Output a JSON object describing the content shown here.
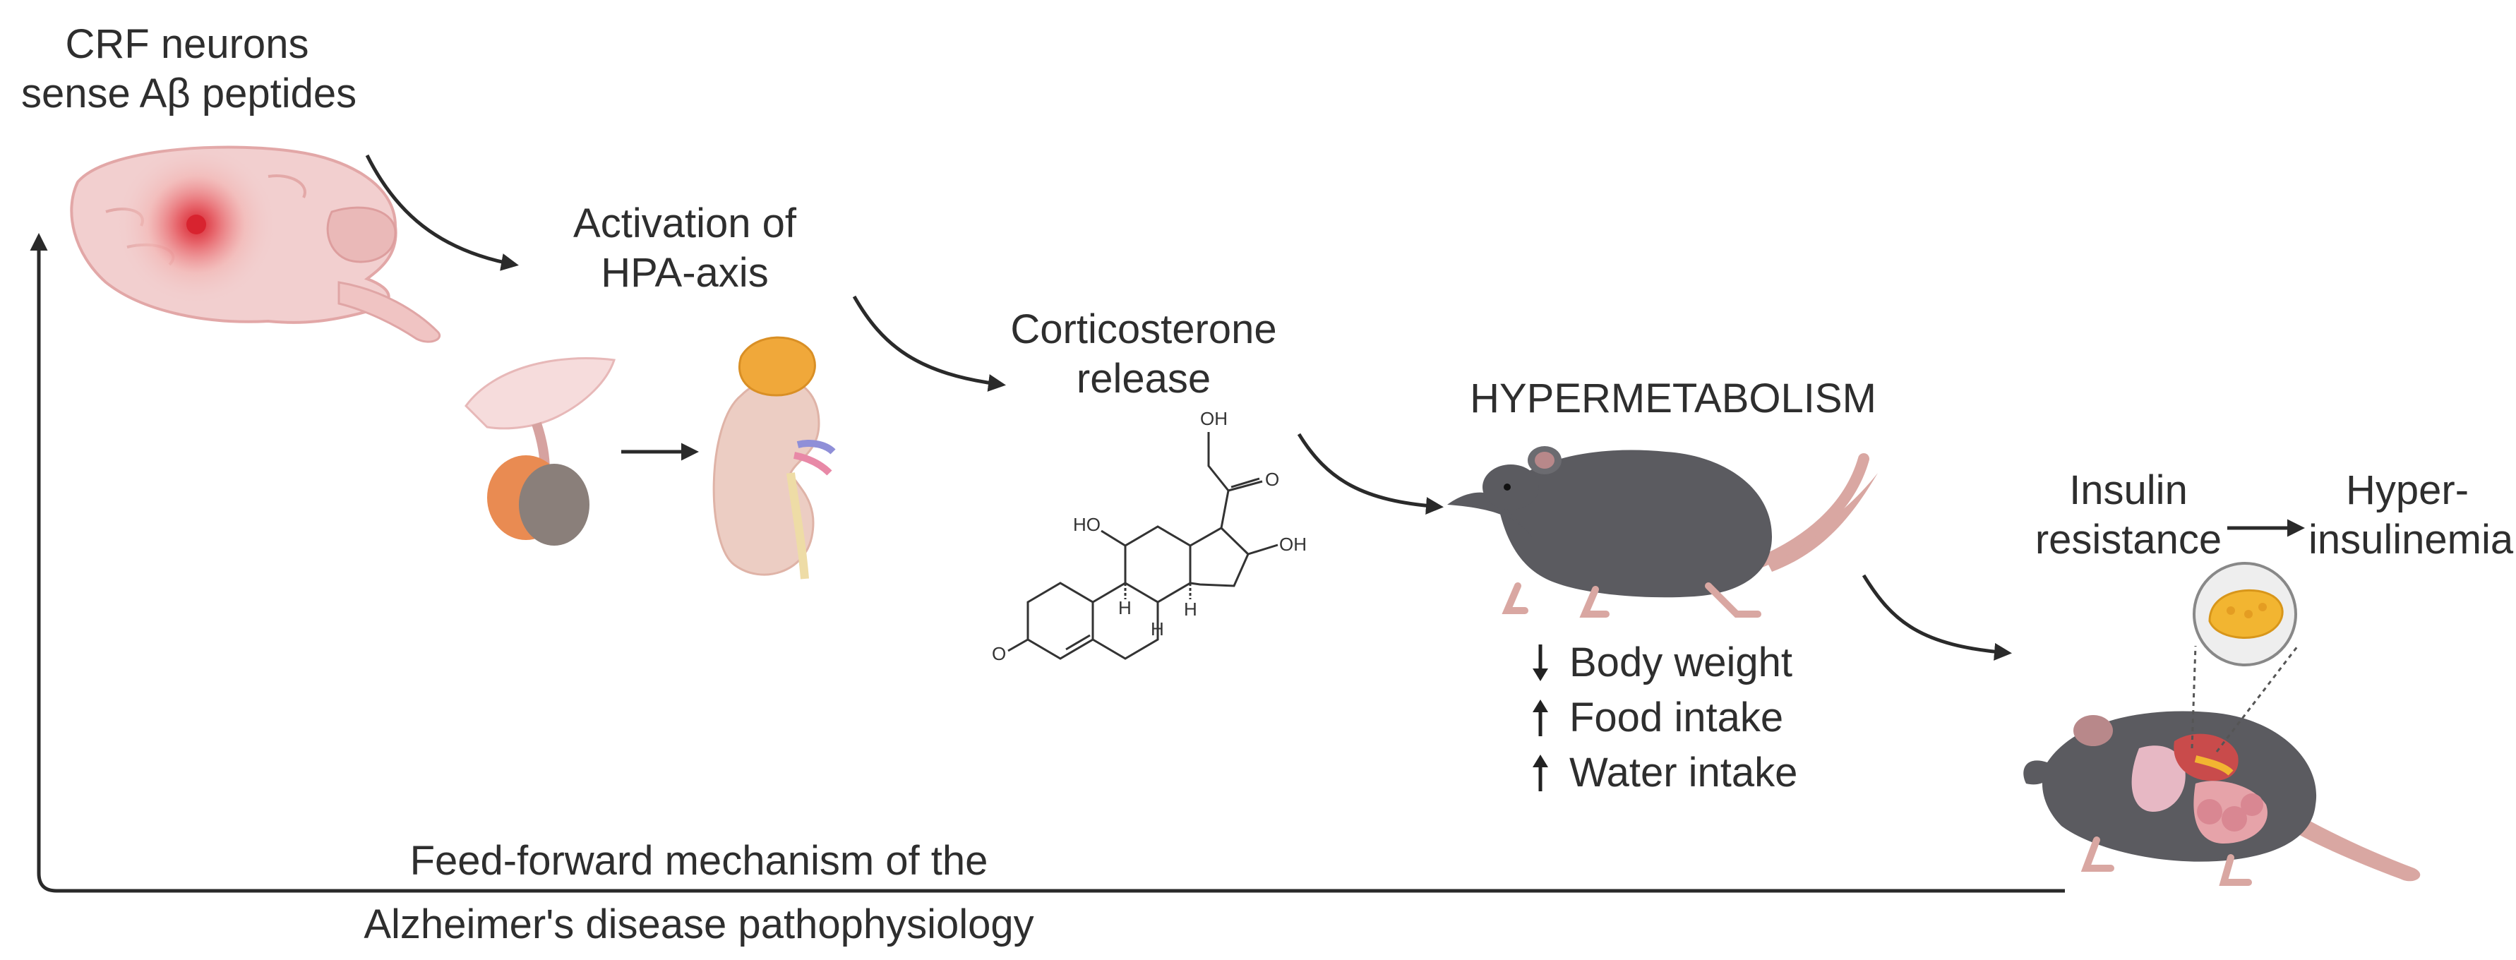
{
  "labels": {
    "crf_line1": "CRF neurons",
    "crf_line2": "sense Aβ peptides",
    "hpa_line1": "Activation of",
    "hpa_line2": "HPA-axis",
    "cort_line1": "Corticosterone",
    "cort_line2": "release",
    "hypermetabolism": "HYPERMETABOLISM",
    "insulin_line1": "Insulin",
    "insulin_line2": "resistance",
    "hyper_line1": "Hyper-",
    "hyper_line2": "insulinemia",
    "feedforward_line1": "Feed-forward mechanism of the",
    "feedforward_line2": "Alzheimer's disease pathophysiology"
  },
  "steroid_labels": {
    "oh_top": "OH",
    "oh_left": "HO",
    "oh_right": "OH",
    "ketone_side": "O",
    "ketone_ring": "O",
    "h1": "H",
    "h2": "H",
    "h3": "H"
  },
  "effects": [
    {
      "direction": "down",
      "text": "Body weight"
    },
    {
      "direction": "up",
      "text": "Food intake"
    },
    {
      "direction": "up",
      "text": "Water intake"
    }
  ],
  "colors": {
    "arrow": "#2a2a2a",
    "brain": "#f2cfcf",
    "brain_focus": "#d8232f",
    "pituitary": "#c99a6b",
    "adrenal": "#f0a83a",
    "kidney": "#eccdc3",
    "mouse_dark": "#5b5b60",
    "mouse_skin": "#d9a7a2",
    "pancreas": "#f2b531"
  }
}
